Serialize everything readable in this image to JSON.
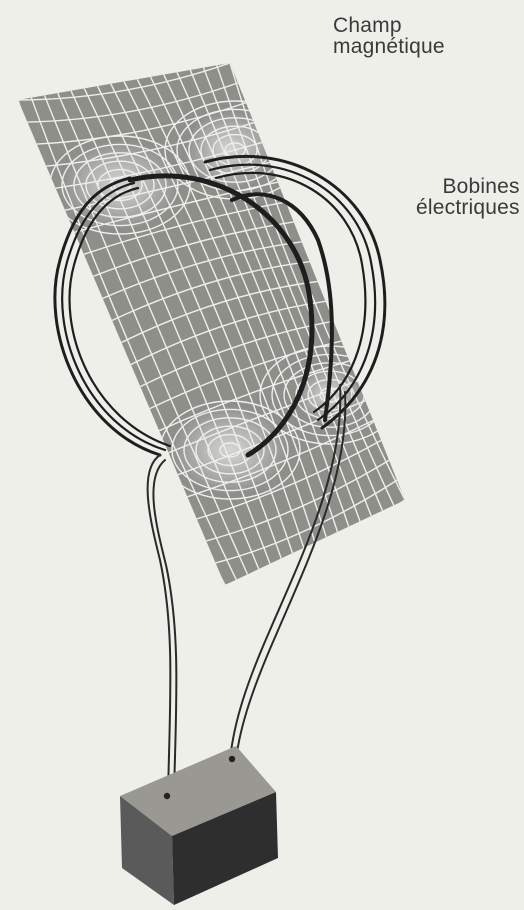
{
  "labels": {
    "magnetic_field": {
      "line1": "Champ",
      "line2": "magnétique"
    },
    "coils": {
      "line1": "Bobines",
      "line2": "électriques"
    }
  },
  "colors": {
    "background": "#efefea",
    "field_plane": "#8f8f8a",
    "field_lines": "#ffffff",
    "coil_wire": "#1e1e1e",
    "battery_top": "#9a9893",
    "battery_front": "#555555",
    "battery_side": "#2e2e2e"
  },
  "components": [
    "magnetic-field-plane",
    "coil-left",
    "coil-right",
    "battery",
    "lead-wires"
  ]
}
